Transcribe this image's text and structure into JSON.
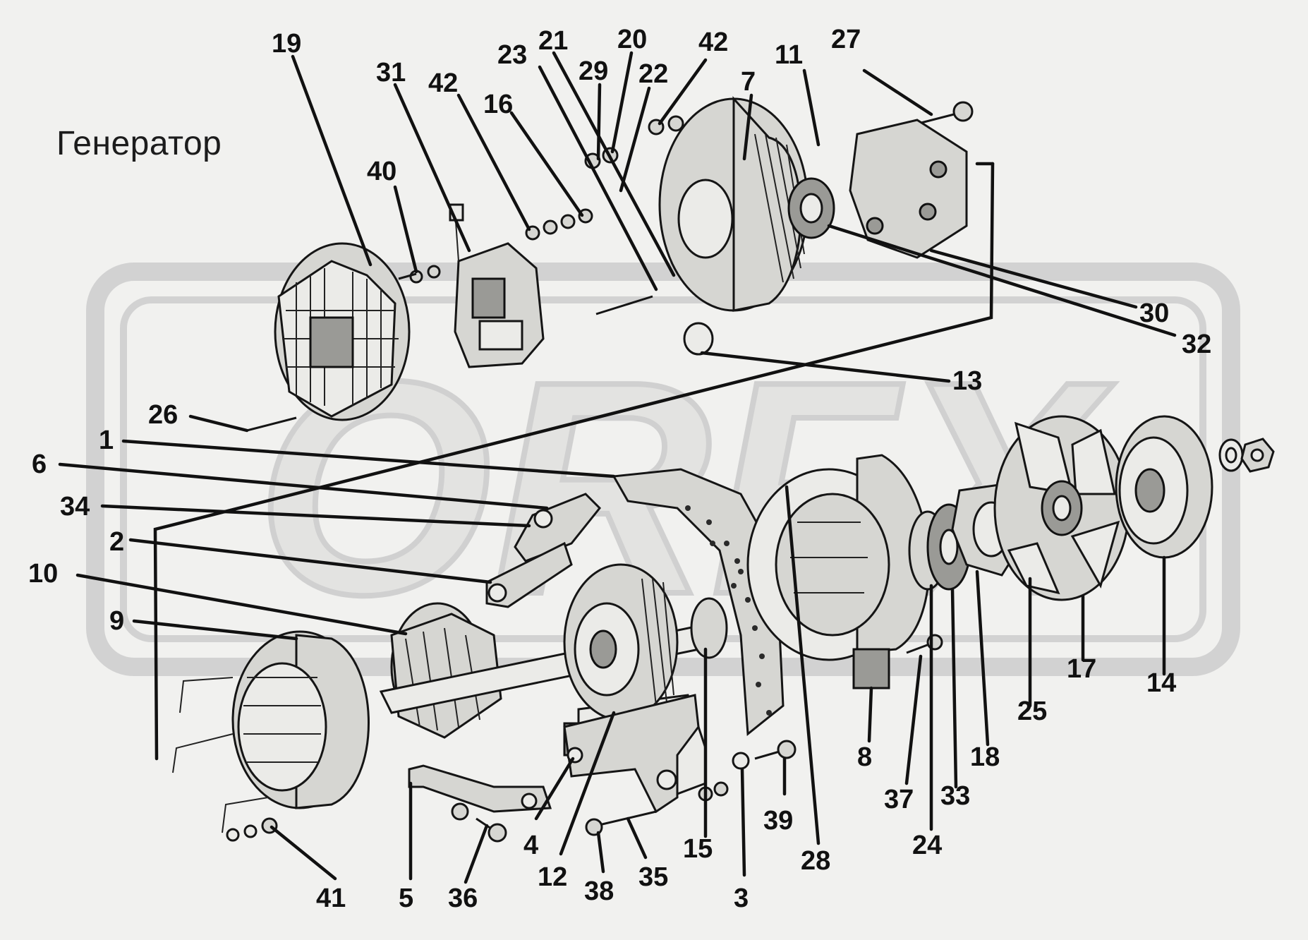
{
  "title": "Генератор",
  "watermark": "ORFX",
  "callouts": [
    {
      "id": "callout-19",
      "label": "19"
    },
    {
      "id": "callout-31",
      "label": "31"
    },
    {
      "id": "callout-42a",
      "label": "42"
    },
    {
      "id": "callout-40",
      "label": "40"
    },
    {
      "id": "callout-16",
      "label": "16"
    },
    {
      "id": "callout-23",
      "label": "23"
    },
    {
      "id": "callout-21",
      "label": "21"
    },
    {
      "id": "callout-29",
      "label": "29"
    },
    {
      "id": "callout-20",
      "label": "20"
    },
    {
      "id": "callout-22",
      "label": "22"
    },
    {
      "id": "callout-42b",
      "label": "42"
    },
    {
      "id": "callout-7",
      "label": "7"
    },
    {
      "id": "callout-11",
      "label": "11"
    },
    {
      "id": "callout-27",
      "label": "27"
    },
    {
      "id": "callout-30",
      "label": "30"
    },
    {
      "id": "callout-32",
      "label": "32"
    },
    {
      "id": "callout-13",
      "label": "13"
    },
    {
      "id": "callout-26",
      "label": "26"
    },
    {
      "id": "callout-1",
      "label": "1"
    },
    {
      "id": "callout-6",
      "label": "6"
    },
    {
      "id": "callout-34",
      "label": "34"
    },
    {
      "id": "callout-2",
      "label": "2"
    },
    {
      "id": "callout-10",
      "label": "10"
    },
    {
      "id": "callout-9",
      "label": "9"
    },
    {
      "id": "callout-41",
      "label": "41"
    },
    {
      "id": "callout-5",
      "label": "5"
    },
    {
      "id": "callout-36",
      "label": "36"
    },
    {
      "id": "callout-4",
      "label": "4"
    },
    {
      "id": "callout-12",
      "label": "12"
    },
    {
      "id": "callout-38",
      "label": "38"
    },
    {
      "id": "callout-35",
      "label": "35"
    },
    {
      "id": "callout-15",
      "label": "15"
    },
    {
      "id": "callout-3",
      "label": "3"
    },
    {
      "id": "callout-39",
      "label": "39"
    },
    {
      "id": "callout-28",
      "label": "28"
    },
    {
      "id": "callout-8",
      "label": "8"
    },
    {
      "id": "callout-37",
      "label": "37"
    },
    {
      "id": "callout-24",
      "label": "24"
    },
    {
      "id": "callout-33",
      "label": "33"
    },
    {
      "id": "callout-18",
      "label": "18"
    },
    {
      "id": "callout-25",
      "label": "25"
    },
    {
      "id": "callout-17",
      "label": "17"
    },
    {
      "id": "callout-14",
      "label": "14"
    }
  ]
}
